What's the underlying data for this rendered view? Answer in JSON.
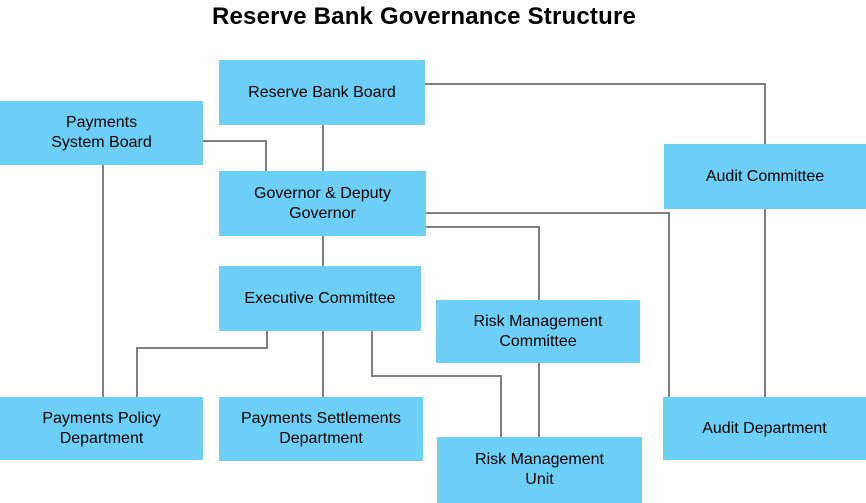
{
  "title": "Reserve Bank Governance Structure",
  "colors": {
    "node_fill": "#6ecff6",
    "connector": "#7f7f7f",
    "node_text": "#000000",
    "title_text": "#000000"
  },
  "nodes": {
    "reserve_bank_board": {
      "label": "Reserve Bank Board"
    },
    "payments_system_board": {
      "label": "Payments\nSystem Board"
    },
    "audit_committee": {
      "label": "Audit Committee"
    },
    "governor_deputy_governor": {
      "label": "Governor & Deputy\nGovernor"
    },
    "executive_committee": {
      "label": "Executive Committee"
    },
    "risk_management_committee": {
      "label": "Risk Management\nCommittee"
    },
    "payments_policy_department": {
      "label": "Payments Policy\nDepartment"
    },
    "payments_settlements_department": {
      "label": "Payments Settlements\nDepartment"
    },
    "risk_management_unit": {
      "label": "Risk Management\nUnit"
    },
    "audit_department": {
      "label": "Audit Department"
    }
  },
  "edges": [
    {
      "from": "Reserve Bank Board",
      "to": "Governor & Deputy Governor"
    },
    {
      "from": "Reserve Bank Board",
      "to": "Audit Committee"
    },
    {
      "from": "Payments System Board",
      "to": "Governor & Deputy Governor"
    },
    {
      "from": "Payments System Board",
      "to": "Payments Policy Department"
    },
    {
      "from": "Governor & Deputy Governor",
      "to": "Executive Committee"
    },
    {
      "from": "Governor & Deputy Governor",
      "to": "Risk Management Committee"
    },
    {
      "from": "Governor & Deputy Governor",
      "to": "Audit Department"
    },
    {
      "from": "Executive Committee",
      "to": "Payments Policy Department"
    },
    {
      "from": "Executive Committee",
      "to": "Payments Settlements Department"
    },
    {
      "from": "Executive Committee",
      "to": "Risk Management Unit"
    },
    {
      "from": "Risk Management Committee",
      "to": "Risk Management Unit"
    },
    {
      "from": "Audit Committee",
      "to": "Audit Department"
    }
  ]
}
